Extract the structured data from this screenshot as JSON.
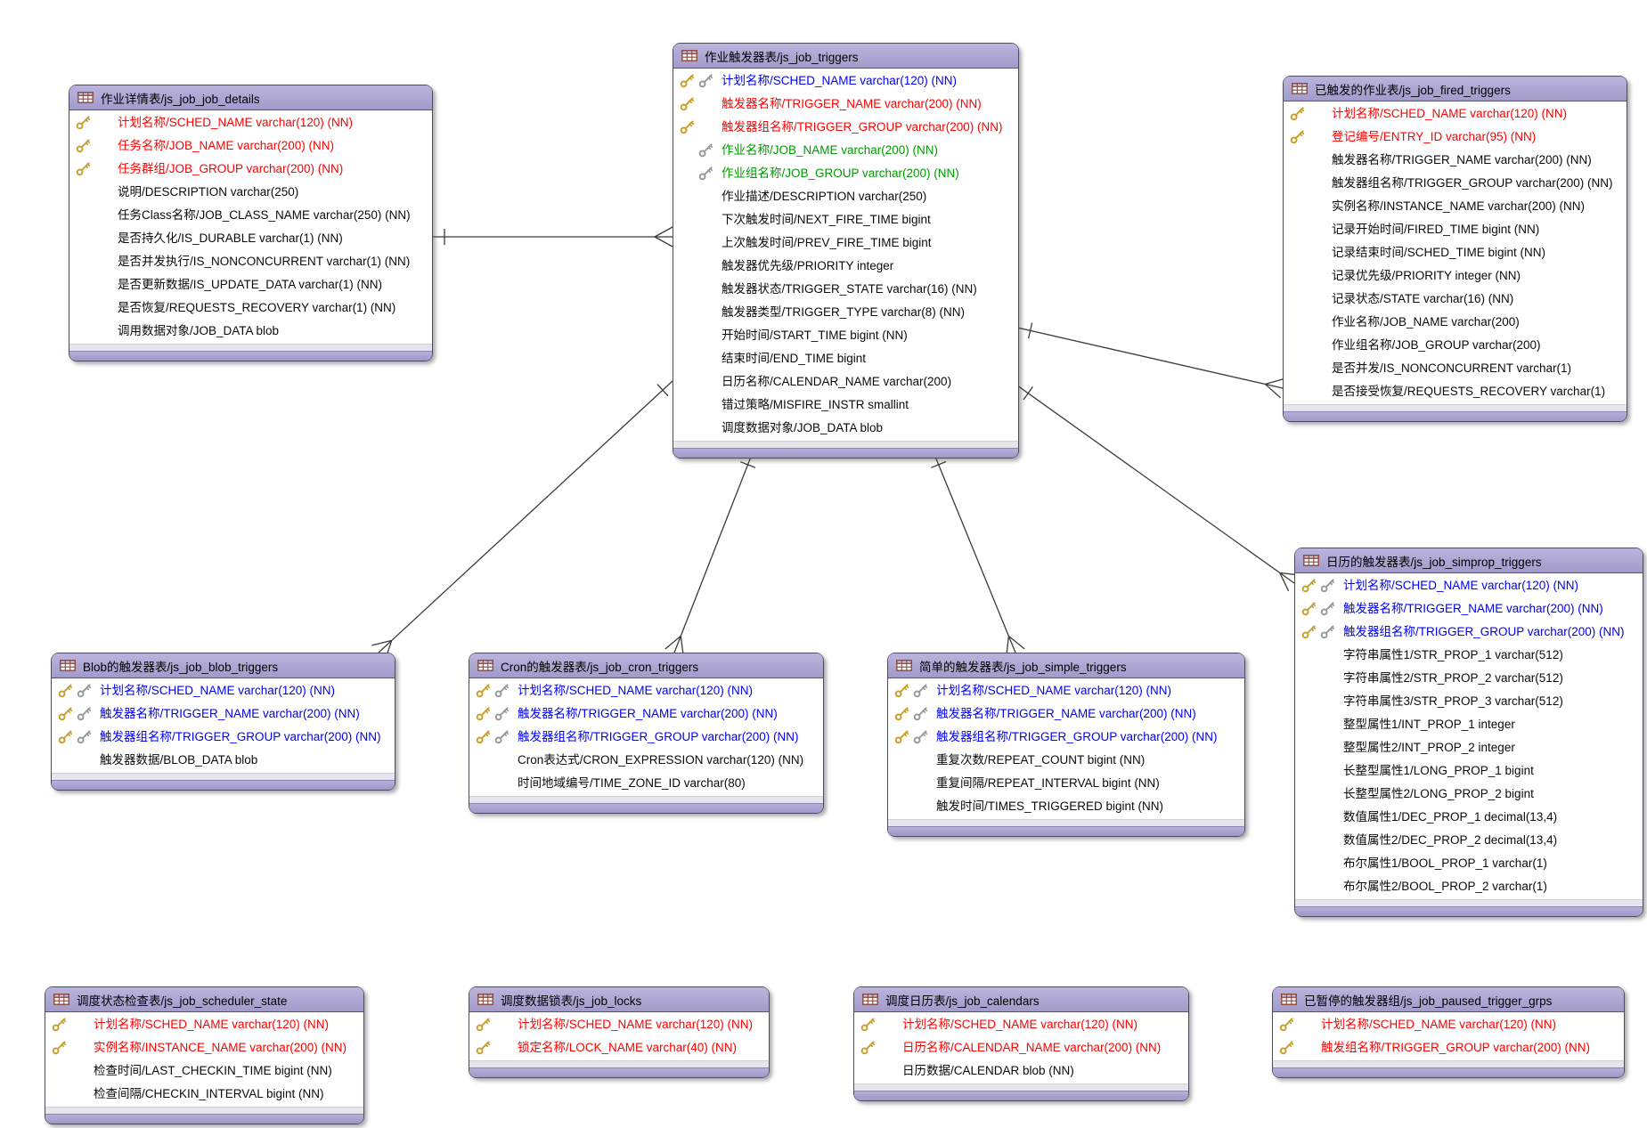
{
  "diagram": {
    "tables": [
      {
        "id": "js_job_job_details",
        "title": "作业详情表/js_job_job_details",
        "columns": [
          {
            "label": "计划名称/SCHED_NAME varchar(120) (NN)",
            "key": "pk",
            "color": "red"
          },
          {
            "label": "任务名称/JOB_NAME varchar(200) (NN)",
            "key": "pk",
            "color": "red"
          },
          {
            "label": "任务群组/JOB_GROUP varchar(200) (NN)",
            "key": "pk",
            "color": "red"
          },
          {
            "label": "说明/DESCRIPTION varchar(250)",
            "key": "",
            "color": "black"
          },
          {
            "label": "任务Class名称/JOB_CLASS_NAME varchar(250) (NN)",
            "key": "",
            "color": "black"
          },
          {
            "label": "是否持久化/IS_DURABLE varchar(1) (NN)",
            "key": "",
            "color": "black"
          },
          {
            "label": "是否并发执行/IS_NONCONCURRENT varchar(1) (NN)",
            "key": "",
            "color": "black"
          },
          {
            "label": "是否更新数据/IS_UPDATE_DATA varchar(1) (NN)",
            "key": "",
            "color": "black"
          },
          {
            "label": "是否恢复/REQUESTS_RECOVERY varchar(1) (NN)",
            "key": "",
            "color": "black"
          },
          {
            "label": "调用数据对象/JOB_DATA blob",
            "key": "",
            "color": "black"
          }
        ]
      },
      {
        "id": "js_job_triggers",
        "title": "作业触发器表/js_job_triggers",
        "columns": [
          {
            "label": "计划名称/SCHED_NAME varchar(120) (NN)",
            "key": "pkfk",
            "color": "blue"
          },
          {
            "label": "触发器名称/TRIGGER_NAME varchar(200) (NN)",
            "key": "pk",
            "color": "red"
          },
          {
            "label": "触发器组名称/TRIGGER_GROUP varchar(200) (NN)",
            "key": "pk",
            "color": "red"
          },
          {
            "label": "作业名称/JOB_NAME varchar(200) (NN)",
            "key": "fk",
            "color": "green"
          },
          {
            "label": "作业组名称/JOB_GROUP varchar(200) (NN)",
            "key": "fk",
            "color": "green"
          },
          {
            "label": "作业描述/DESCRIPTION varchar(250)",
            "key": "",
            "color": "black"
          },
          {
            "label": "下次触发时间/NEXT_FIRE_TIME bigint",
            "key": "",
            "color": "black"
          },
          {
            "label": "上次触发时间/PREV_FIRE_TIME bigint",
            "key": "",
            "color": "black"
          },
          {
            "label": "触发器优先级/PRIORITY integer",
            "key": "",
            "color": "black"
          },
          {
            "label": "触发器状态/TRIGGER_STATE varchar(16) (NN)",
            "key": "",
            "color": "black"
          },
          {
            "label": "触发器类型/TRIGGER_TYPE varchar(8) (NN)",
            "key": "",
            "color": "black"
          },
          {
            "label": "开始时间/START_TIME bigint (NN)",
            "key": "",
            "color": "black"
          },
          {
            "label": "结束时间/END_TIME bigint",
            "key": "",
            "color": "black"
          },
          {
            "label": "日历名称/CALENDAR_NAME varchar(200)",
            "key": "",
            "color": "black"
          },
          {
            "label": "错过策略/MISFIRE_INSTR smallint",
            "key": "",
            "color": "black"
          },
          {
            "label": "调度数据对象/JOB_DATA blob",
            "key": "",
            "color": "black"
          }
        ]
      },
      {
        "id": "js_job_fired_triggers",
        "title": "已触发的作业表/js_job_fired_triggers",
        "columns": [
          {
            "label": "计划名称/SCHED_NAME varchar(120) (NN)",
            "key": "pk",
            "color": "red"
          },
          {
            "label": "登记编号/ENTRY_ID varchar(95) (NN)",
            "key": "pk",
            "color": "red"
          },
          {
            "label": "触发器名称/TRIGGER_NAME varchar(200) (NN)",
            "key": "",
            "color": "black"
          },
          {
            "label": "触发器组名称/TRIGGER_GROUP varchar(200) (NN)",
            "key": "",
            "color": "black"
          },
          {
            "label": "实例名称/INSTANCE_NAME varchar(200) (NN)",
            "key": "",
            "color": "black"
          },
          {
            "label": "记录开始时间/FIRED_TIME bigint (NN)",
            "key": "",
            "color": "black"
          },
          {
            "label": "记录结束时间/SCHED_TIME bigint (NN)",
            "key": "",
            "color": "black"
          },
          {
            "label": "记录优先级/PRIORITY integer (NN)",
            "key": "",
            "color": "black"
          },
          {
            "label": "记录状态/STATE varchar(16) (NN)",
            "key": "",
            "color": "black"
          },
          {
            "label": "作业名称/JOB_NAME varchar(200)",
            "key": "",
            "color": "black"
          },
          {
            "label": "作业组名称/JOB_GROUP varchar(200)",
            "key": "",
            "color": "black"
          },
          {
            "label": "是否并发/IS_NONCONCURRENT varchar(1)",
            "key": "",
            "color": "black"
          },
          {
            "label": "是否接受恢复/REQUESTS_RECOVERY varchar(1)",
            "key": "",
            "color": "black"
          }
        ]
      },
      {
        "id": "js_job_blob_triggers",
        "title": "Blob的触发器表/js_job_blob_triggers",
        "columns": [
          {
            "label": "计划名称/SCHED_NAME varchar(120) (NN)",
            "key": "pkfk",
            "color": "blue"
          },
          {
            "label": "触发器名称/TRIGGER_NAME varchar(200) (NN)",
            "key": "pkfk",
            "color": "blue"
          },
          {
            "label": "触发器组名称/TRIGGER_GROUP varchar(200) (NN)",
            "key": "pkfk",
            "color": "blue"
          },
          {
            "label": "触发器数据/BLOB_DATA blob",
            "key": "",
            "color": "black"
          }
        ]
      },
      {
        "id": "js_job_cron_triggers",
        "title": "Cron的触发器表/js_job_cron_triggers",
        "columns": [
          {
            "label": "计划名称/SCHED_NAME varchar(120) (NN)",
            "key": "pkfk",
            "color": "blue"
          },
          {
            "label": "触发器名称/TRIGGER_NAME varchar(200) (NN)",
            "key": "pkfk",
            "color": "blue"
          },
          {
            "label": "触发器组名称/TRIGGER_GROUP varchar(200) (NN)",
            "key": "pkfk",
            "color": "blue"
          },
          {
            "label": "Cron表达式/CRON_EXPRESSION varchar(120) (NN)",
            "key": "",
            "color": "black"
          },
          {
            "label": "时间地域编号/TIME_ZONE_ID varchar(80)",
            "key": "",
            "color": "black"
          }
        ]
      },
      {
        "id": "js_job_simple_triggers",
        "title": "简单的触发器表/js_job_simple_triggers",
        "columns": [
          {
            "label": "计划名称/SCHED_NAME varchar(120) (NN)",
            "key": "pkfk",
            "color": "blue"
          },
          {
            "label": "触发器名称/TRIGGER_NAME varchar(200) (NN)",
            "key": "pkfk",
            "color": "blue"
          },
          {
            "label": "触发器组名称/TRIGGER_GROUP varchar(200) (NN)",
            "key": "pkfk",
            "color": "blue"
          },
          {
            "label": "重复次数/REPEAT_COUNT bigint (NN)",
            "key": "",
            "color": "black"
          },
          {
            "label": "重复间隔/REPEAT_INTERVAL bigint (NN)",
            "key": "",
            "color": "black"
          },
          {
            "label": "触发时间/TIMES_TRIGGERED bigint (NN)",
            "key": "",
            "color": "black"
          }
        ]
      },
      {
        "id": "js_job_simprop_triggers",
        "title": "日历的触发器表/js_job_simprop_triggers",
        "columns": [
          {
            "label": "计划名称/SCHED_NAME varchar(120) (NN)",
            "key": "pkfk",
            "color": "blue"
          },
          {
            "label": "触发器名称/TRIGGER_NAME varchar(200) (NN)",
            "key": "pkfk",
            "color": "blue"
          },
          {
            "label": "触发器组名称/TRIGGER_GROUP varchar(200) (NN)",
            "key": "pkfk",
            "color": "blue"
          },
          {
            "label": "字符串属性1/STR_PROP_1 varchar(512)",
            "key": "",
            "color": "black"
          },
          {
            "label": "字符串属性2/STR_PROP_2 varchar(512)",
            "key": "",
            "color": "black"
          },
          {
            "label": "字符串属性3/STR_PROP_3 varchar(512)",
            "key": "",
            "color": "black"
          },
          {
            "label": "整型属性1/INT_PROP_1 integer",
            "key": "",
            "color": "black"
          },
          {
            "label": "整型属性2/INT_PROP_2 integer",
            "key": "",
            "color": "black"
          },
          {
            "label": "长整型属性1/LONG_PROP_1 bigint",
            "key": "",
            "color": "black"
          },
          {
            "label": "长整型属性2/LONG_PROP_2 bigint",
            "key": "",
            "color": "black"
          },
          {
            "label": "数值属性1/DEC_PROP_1 decimal(13,4)",
            "key": "",
            "color": "black"
          },
          {
            "label": "数值属性2/DEC_PROP_2 decimal(13,4)",
            "key": "",
            "color": "black"
          },
          {
            "label": "布尔属性1/BOOL_PROP_1 varchar(1)",
            "key": "",
            "color": "black"
          },
          {
            "label": "布尔属性2/BOOL_PROP_2 varchar(1)",
            "key": "",
            "color": "black"
          }
        ]
      },
      {
        "id": "js_job_scheduler_state",
        "title": "调度状态检查表/js_job_scheduler_state",
        "columns": [
          {
            "label": "计划名称/SCHED_NAME varchar(120) (NN)",
            "key": "pk",
            "color": "red"
          },
          {
            "label": "实例名称/INSTANCE_NAME varchar(200) (NN)",
            "key": "pk",
            "color": "red"
          },
          {
            "label": "检查时间/LAST_CHECKIN_TIME bigint (NN)",
            "key": "",
            "color": "black"
          },
          {
            "label": "检查间隔/CHECKIN_INTERVAL bigint (NN)",
            "key": "",
            "color": "black"
          }
        ]
      },
      {
        "id": "js_job_locks",
        "title": "调度数据锁表/js_job_locks",
        "columns": [
          {
            "label": "计划名称/SCHED_NAME varchar(120) (NN)",
            "key": "pk",
            "color": "red"
          },
          {
            "label": "锁定名称/LOCK_NAME varchar(40) (NN)",
            "key": "pk",
            "color": "red"
          }
        ]
      },
      {
        "id": "js_job_calendars",
        "title": "调度日历表/js_job_calendars",
        "columns": [
          {
            "label": "计划名称/SCHED_NAME varchar(120) (NN)",
            "key": "pk",
            "color": "red"
          },
          {
            "label": "日历名称/CALENDAR_NAME varchar(200) (NN)",
            "key": "pk",
            "color": "red"
          },
          {
            "label": "日历数据/CALENDAR blob (NN)",
            "key": "",
            "color": "black"
          }
        ]
      },
      {
        "id": "js_job_paused_trigger_grps",
        "title": "已暂停的触发器组/js_job_paused_trigger_grps",
        "columns": [
          {
            "label": "计划名称/SCHED_NAME varchar(120) (NN)",
            "key": "pk",
            "color": "red"
          },
          {
            "label": "触发组名称/TRIGGER_GROUP varchar(200) (NN)",
            "key": "pk",
            "color": "red"
          }
        ]
      }
    ],
    "relationships": [
      {
        "from": "js_job_job_details",
        "to": "js_job_triggers",
        "cardinality": "one-to-many"
      },
      {
        "from": "js_job_triggers",
        "to": "js_job_blob_triggers",
        "cardinality": "one-to-many"
      },
      {
        "from": "js_job_triggers",
        "to": "js_job_cron_triggers",
        "cardinality": "one-to-many"
      },
      {
        "from": "js_job_triggers",
        "to": "js_job_simple_triggers",
        "cardinality": "one-to-many"
      },
      {
        "from": "js_job_triggers",
        "to": "js_job_simprop_triggers",
        "cardinality": "one-to-many"
      },
      {
        "from": "js_job_triggers",
        "to": "js_job_fired_triggers",
        "cardinality": "one-to-many"
      }
    ]
  },
  "colors": {
    "header_fill": "#a9a2cf",
    "pk_text": "#ff0000",
    "pkfk_text": "#0000f5",
    "fk_text": "#009b00",
    "normal_text": "#0a0a0a",
    "key_gold": "#c8a02e",
    "key_gray": "#9a9a9a",
    "line": "#3a3a3a"
  }
}
